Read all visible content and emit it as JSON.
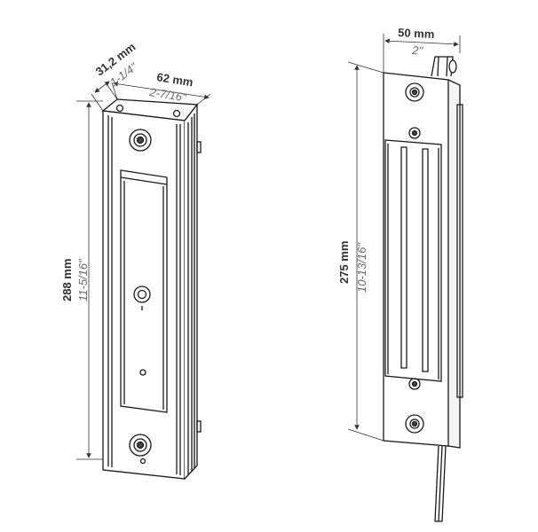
{
  "left_view": {
    "depth_mm": "31,2 mm",
    "depth_in": "1-1/4\"",
    "width_mm": "62 mm",
    "width_in": "2-7/16\"",
    "height_mm": "288 mm",
    "height_in": "11-5/16\""
  },
  "right_view": {
    "width_mm": "50 mm",
    "width_in": "2\"",
    "height_mm": "275 mm",
    "height_in": "10-13/16\""
  },
  "colors": {
    "line": "#1a1a1a",
    "dim_dark": "#333333",
    "dim_light": "#6a6a6a"
  }
}
